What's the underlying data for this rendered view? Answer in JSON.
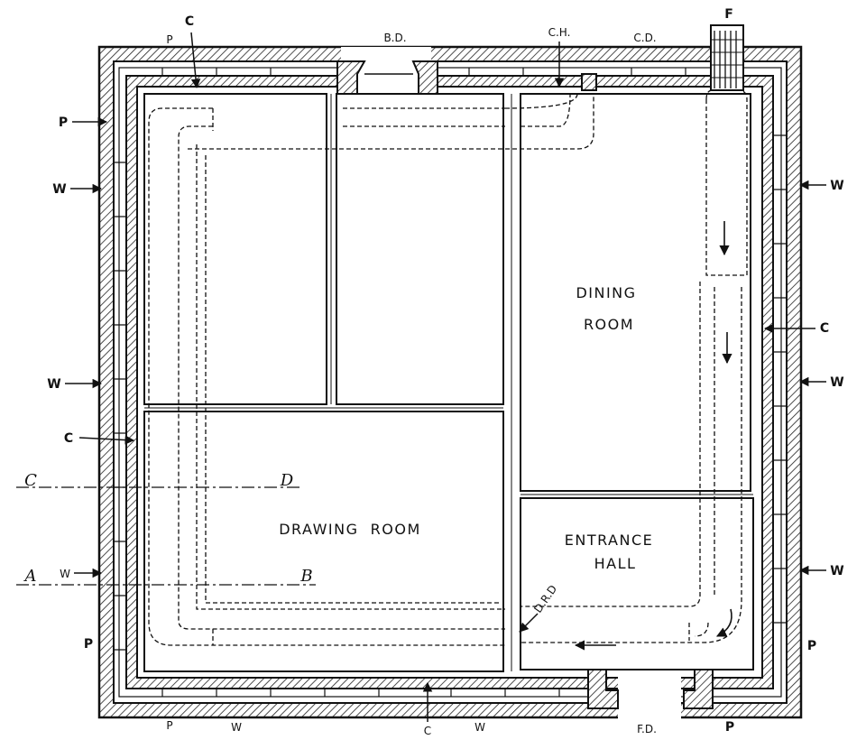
{
  "rooms": {
    "dining_1": "DINING",
    "dining_2": "ROOM",
    "drawing": "DRAWING  ROOM",
    "entrance_1": "ENTRANCE",
    "entrance_2": "HALL"
  },
  "top_labels": {
    "c": "C",
    "p": "P",
    "bd": "B.D.",
    "ch": "C.H.",
    "cd": "C.D.",
    "f": "F"
  },
  "left_labels": {
    "p": "P",
    "w1": "W",
    "w2": "W",
    "c": "C",
    "w3": "W",
    "p2": "P"
  },
  "right_labels": {
    "w1": "W",
    "c": "C",
    "w2": "W",
    "w3": "W",
    "p": "P"
  },
  "bottom_labels": {
    "p1": "P",
    "w1": "W",
    "c": "C",
    "w2": "W",
    "fd": "F.D.",
    "p2": "P"
  },
  "section_labels": {
    "a": "A",
    "b": "B",
    "c": "C",
    "d": "D"
  },
  "drd": "D.R.D"
}
